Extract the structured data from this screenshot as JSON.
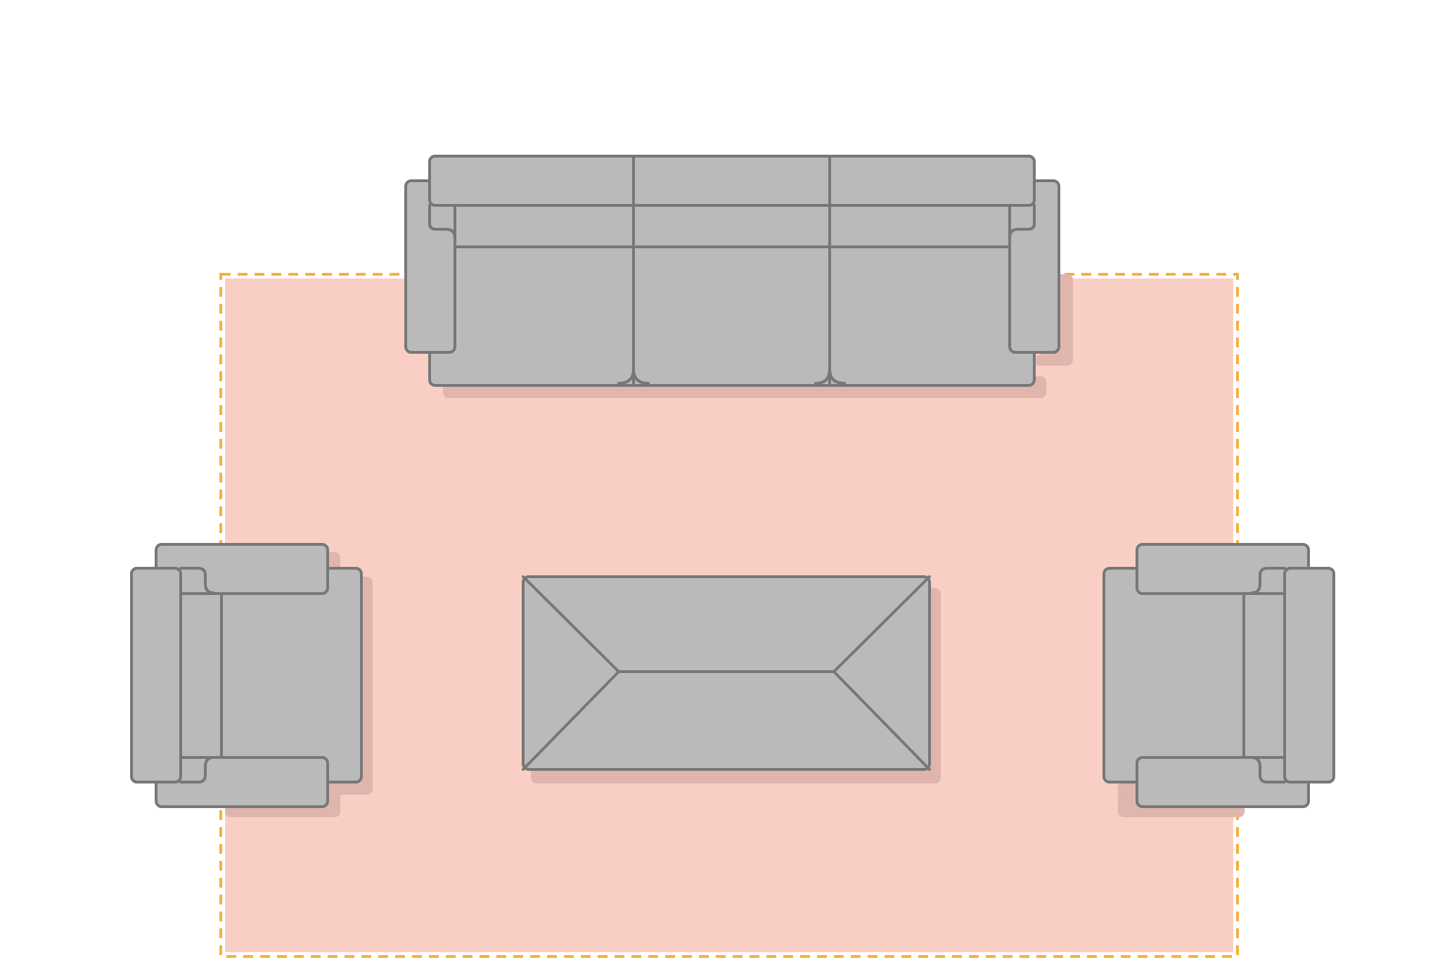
{
  "diagram": {
    "type": "living-room-floor-plan",
    "colors": {
      "background": "#ffffff",
      "rug_fill": "#f9cfc5",
      "rug_border": "#f5b13d",
      "furniture_fill": "#bababa",
      "furniture_stroke": "#777777",
      "shadow": "#e0b5ad"
    },
    "items": [
      {
        "kind": "rug",
        "icon": "rug-icon"
      },
      {
        "kind": "sofa",
        "seats": 3,
        "icon": "sofa-icon"
      },
      {
        "kind": "armchair",
        "facing": "right",
        "icon": "armchair-icon"
      },
      {
        "kind": "armchair",
        "facing": "left",
        "icon": "armchair-icon"
      },
      {
        "kind": "coffee-table",
        "icon": "table-icon"
      }
    ]
  }
}
